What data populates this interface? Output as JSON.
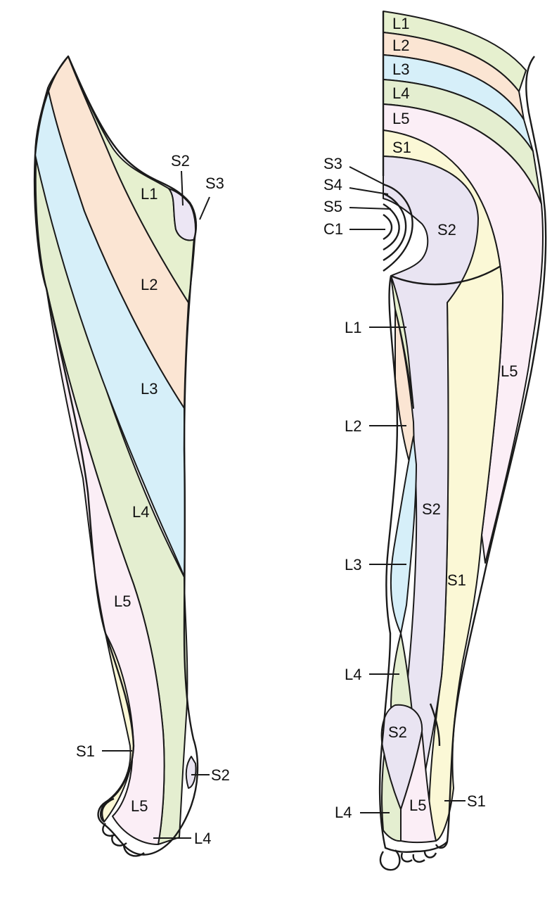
{
  "colors": {
    "L1": "#e6f0cf",
    "L2": "#fbe5d3",
    "L3": "#d6eff9",
    "L4": "#e4eed0",
    "L5": "#fbeef6",
    "S1": "#fbf8d6",
    "S2": "#e9e4f2",
    "S3": "#ece6f4"
  },
  "anterior": {
    "labels": {
      "L1": "L1",
      "S2_top": "S2",
      "S3": "S3",
      "L2": "L2",
      "L3": "L3",
      "L4": "L4",
      "L5": "L5",
      "S1_ankle": "S1",
      "S2_ankle": "S2",
      "L5_foot": "L5",
      "L4_foot": "L4"
    }
  },
  "posterior": {
    "labels": {
      "L1_band": "L1",
      "L2_band": "L2",
      "L3_band": "L3",
      "L4_band": "L4",
      "L5_band": "L5",
      "S1_band": "S1",
      "S3_ring": "S3",
      "S4_ring": "S4",
      "S5_ring": "S5",
      "C1_ring": "C1",
      "S2_buttock": "S2",
      "L1_side": "L1",
      "L2_side": "L2",
      "L3_side": "L3",
      "L4_side": "L4",
      "L5_lateral": "L5",
      "S2_calf": "S2",
      "S1_lateral": "S1",
      "S2_heel": "S2",
      "L5_sole": "L5",
      "S1_sole": "S1",
      "L4_sole": "L4"
    }
  }
}
